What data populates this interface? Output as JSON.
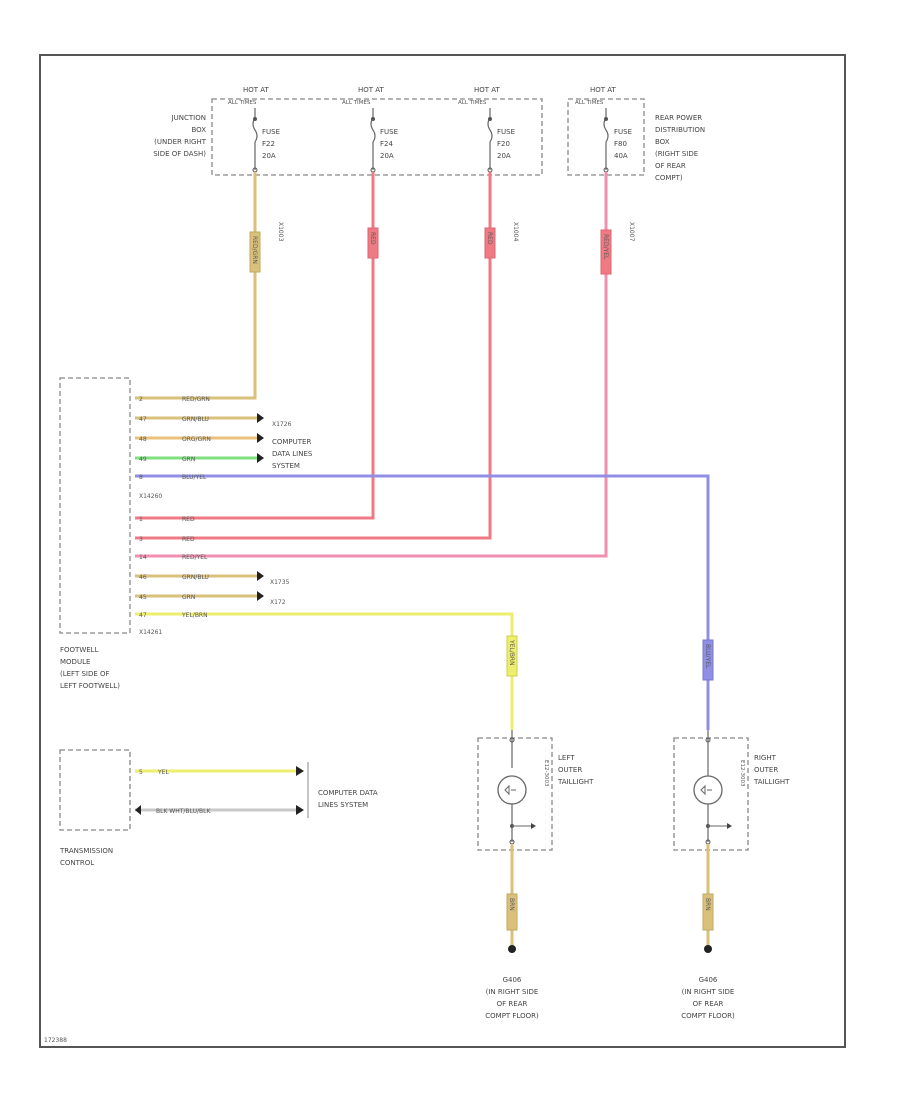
{
  "fuses": [
    {
      "hot": "HOT AT",
      "when": "ALL TIMES",
      "name": "FUSE",
      "id": "F22",
      "amps": "20A",
      "circuit": "X1003"
    },
    {
      "hot": "HOT AT",
      "when": "ALL TIMES",
      "name": "FUSE",
      "id": "F24",
      "amps": "20A",
      "circuit": ""
    },
    {
      "hot": "HOT AT",
      "when": "ALL TIMES",
      "name": "FUSE",
      "id": "F20",
      "amps": "20A",
      "circuit": "X1004"
    },
    {
      "hot": "HOT AT",
      "when": "ALL TIMES",
      "name": "FUSE",
      "id": "F80",
      "amps": "40A",
      "circuit": "X1007"
    }
  ],
  "junction_box": [
    "JUNCTION",
    "BOX",
    "(UNDER RIGHT",
    "SIDE OF DASH)"
  ],
  "rear_dist_box": [
    "REAR POWER",
    "DISTRIBUTION",
    "BOX",
    "(RIGHT SIDE",
    "OF REAR",
    "COMPT)"
  ],
  "footwell": {
    "label": [
      "FOOTWELL",
      "MODULE",
      "(LEFT SIDE OF",
      "LEFT FOOTWELL)"
    ],
    "connector_top": "X14260",
    "connector_bottom": "X14261",
    "pins": [
      {
        "pin": "2",
        "wire": "RED/GRN"
      },
      {
        "pin": "47",
        "wire": "GRN/BLU"
      },
      {
        "pin": "48",
        "wire": "ORG/GRN"
      },
      {
        "pin": "49",
        "wire": "GRN"
      },
      {
        "pin": "8",
        "wire": "BLU/YEL"
      },
      {
        "pin": "1",
        "wire": "RED"
      },
      {
        "pin": "3",
        "wire": "RED"
      },
      {
        "pin": "14",
        "wire": "RED/YEL"
      },
      {
        "pin": "46",
        "wire": "GRN/BLU"
      },
      {
        "pin": "45",
        "wire": "GRN"
      },
      {
        "pin": "47",
        "wire": "YEL/BRN"
      }
    ],
    "data_conn": "X1726",
    "data_label": [
      "COMPUTER",
      "DATA LINES",
      "SYSTEM"
    ],
    "x_conn_a": "X1735",
    "x_conn_b": "X172"
  },
  "transmission": {
    "label": [
      "TRANSMISSION",
      "CONTROL"
    ],
    "pin1": "5",
    "wire1": "YEL",
    "wire2": "BLK WHT/BLU/BLK",
    "data_label": [
      "COMPUTER DATA",
      "LINES SYSTEM"
    ]
  },
  "left_lamp": {
    "label": [
      "LEFT",
      "OUTER",
      "TAILLIGHT"
    ],
    "wire_top": "YEL/BRN",
    "wire_bottom": "BRN",
    "code": "E12-3003",
    "ground": [
      "G406",
      "(IN RIGHT SIDE",
      "OF REAR",
      "COMPT FLOOR)"
    ]
  },
  "right_lamp": {
    "label": [
      "RIGHT",
      "OUTER",
      "TAILLIGHT"
    ],
    "wire_top": "BLU/YEL",
    "wire_bottom": "BRN",
    "code": "E12-3003",
    "ground": [
      "G406",
      "(IN RIGHT SIDE",
      "OF REAR",
      "COMPT FLOOR)"
    ]
  },
  "wire_labels": {
    "fuse1": "RED/GRN",
    "fuse2": "RED",
    "fuse3": "RED",
    "fuse4": "RED/YEL"
  },
  "footer_code": "172388",
  "colors": {
    "tan": "#d9c17a",
    "red": "#f07a84",
    "pink": "#f28fb0",
    "blue": "#8f8fe6",
    "yellow": "#eded6e",
    "green": "#7ee07e",
    "orange": "#e8c27a",
    "border": "#555555"
  }
}
